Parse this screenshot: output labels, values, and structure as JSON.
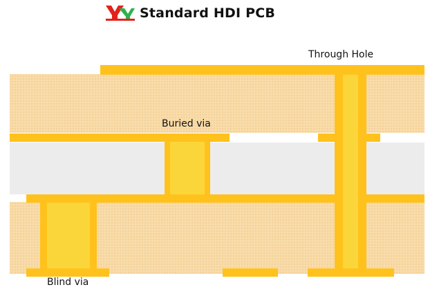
{
  "title": "Standard HDI PCB",
  "logo_icon": "brand-logo-icon",
  "colors": {
    "copper": "#ffc21c",
    "substrate": "#f7d9a6",
    "core": "#ebebeb",
    "via_fill": "#fbd63a"
  },
  "labels": {
    "through_hole": "Through Hole",
    "buried_via": "Buried via",
    "blind_via": "Blind via"
  }
}
